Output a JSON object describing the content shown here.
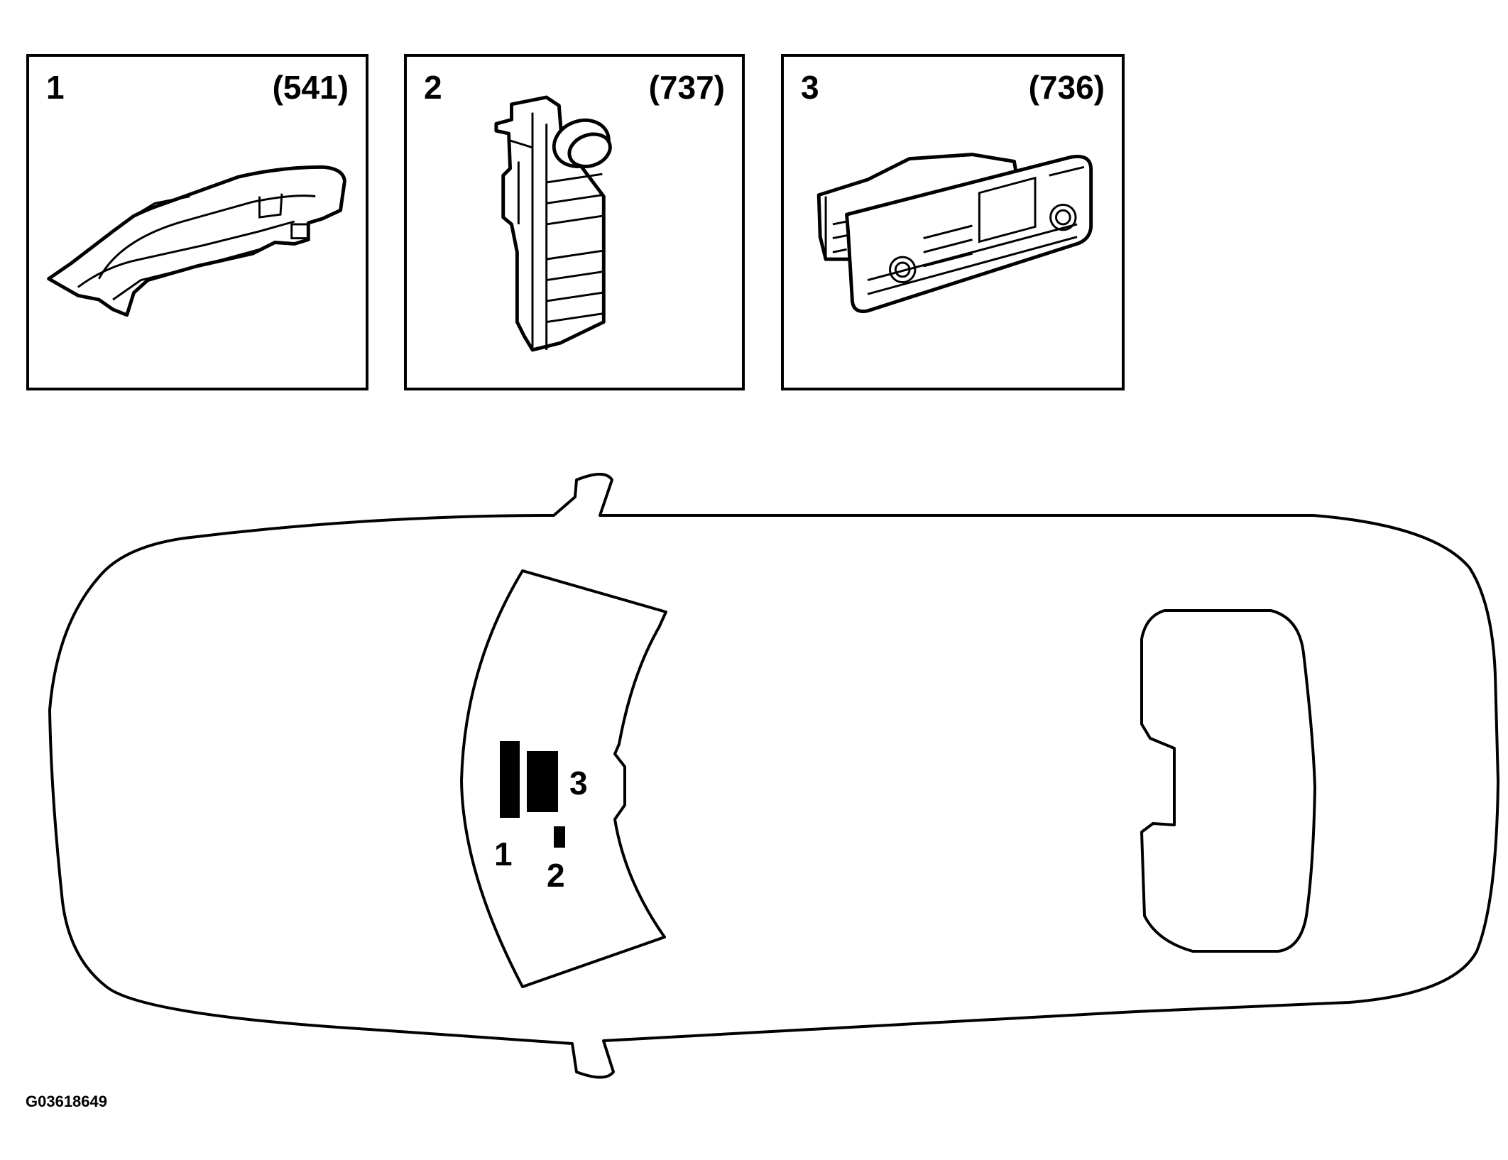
{
  "panels": [
    {
      "number": "1",
      "code": "(541)",
      "icon": "rear-light-housing-icon"
    },
    {
      "number": "2",
      "code": "(737)",
      "icon": "light-switch-module-icon"
    },
    {
      "number": "3",
      "code": "(736)",
      "icon": "climate-control-panel-icon"
    }
  ],
  "car": {
    "location_labels": [
      "1",
      "2",
      "3"
    ]
  },
  "figure_id": "G03618649"
}
